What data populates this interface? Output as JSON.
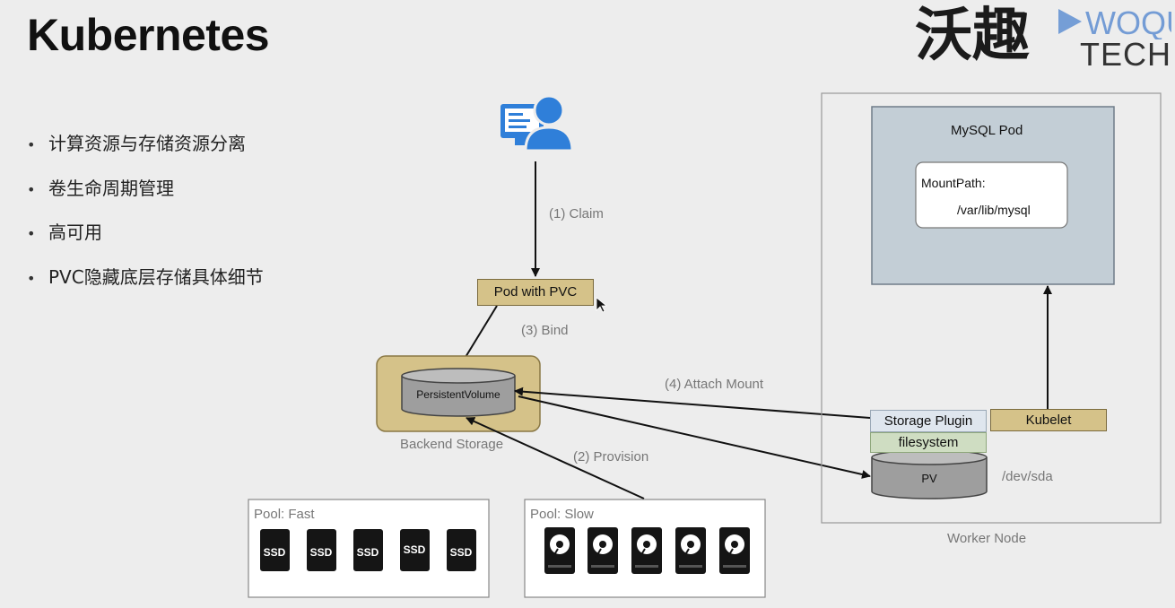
{
  "slide": {
    "title": "Kubernetes",
    "bullets": [
      "计算资源与存储资源分离",
      "卷生命周期管理",
      "高可用",
      "PVC隐藏底层存储具体细节"
    ]
  },
  "logo": {
    "cn": "沃趣",
    "en_top": "WOQU",
    "en_bottom": "TECH"
  },
  "diagram": {
    "claim_label": "(1) Claim",
    "pod_with_pvc": "Pod with PVC",
    "bind_label": "(3) Bind",
    "persistent_volume": "PersistentVolume",
    "backend_storage": "Backend Storage",
    "provision_label": "(2) Provision",
    "attach_mount_label": "(4) Attach Mount",
    "pool_fast": "Pool: Fast",
    "pool_slow": "Pool: Slow",
    "ssd_label": "SSD",
    "mysql_pod": "MySQL Pod",
    "mount_path_label": "MountPath:",
    "mount_path_value": "/var/lib/mysql",
    "storage_plugin": "Storage Plugin",
    "filesystem": "filesystem",
    "kubelet": "Kubelet",
    "pv": "PV",
    "dev": "/dev/sda",
    "worker_node": "Worker Node"
  },
  "colors": {
    "tan": "#d5c289",
    "mysql_pod_bg": "#c3ced6",
    "user_icon_blue": "#2f7fd9"
  }
}
